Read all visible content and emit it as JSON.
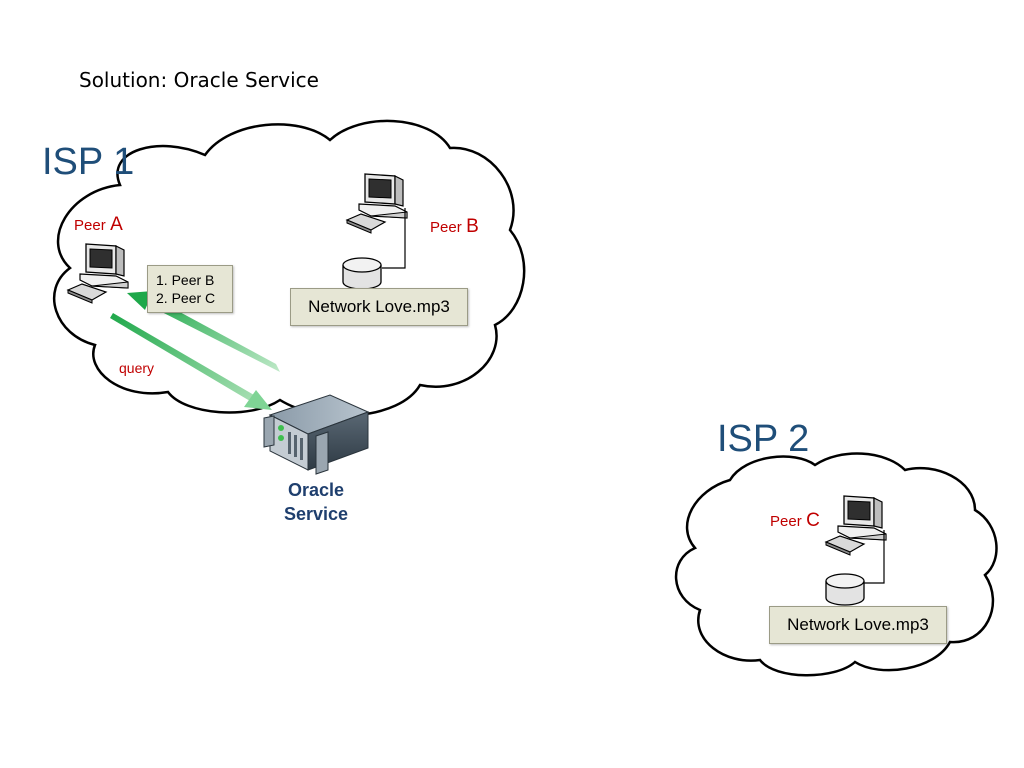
{
  "title": "Solution: Oracle Service",
  "isp1": {
    "label": "ISP 1",
    "peer_a": {
      "word": "Peer",
      "letter": "A"
    },
    "peer_b": {
      "word": "Peer",
      "letter": "B"
    },
    "peer_b_file": "Network Love.mp3",
    "peer_list": [
      "1. Peer B",
      "2. Peer C"
    ],
    "query_label": "query"
  },
  "oracle": {
    "line1": "Oracle",
    "line2": "Service"
  },
  "isp2": {
    "label": "ISP 2",
    "peer_c": {
      "word": "Peer",
      "letter": "C"
    },
    "peer_c_file": "Network Love.mp3"
  },
  "colors": {
    "isp_label": "#1f4e79",
    "peer_label": "#c00000",
    "arrow": "#3cb45a",
    "label_box": "#e6e6d5",
    "oracle_label": "#1f3f6e"
  },
  "icons": [
    "cloud-icon",
    "computer-icon",
    "disk-icon",
    "server-icon",
    "arrow-icon"
  ]
}
